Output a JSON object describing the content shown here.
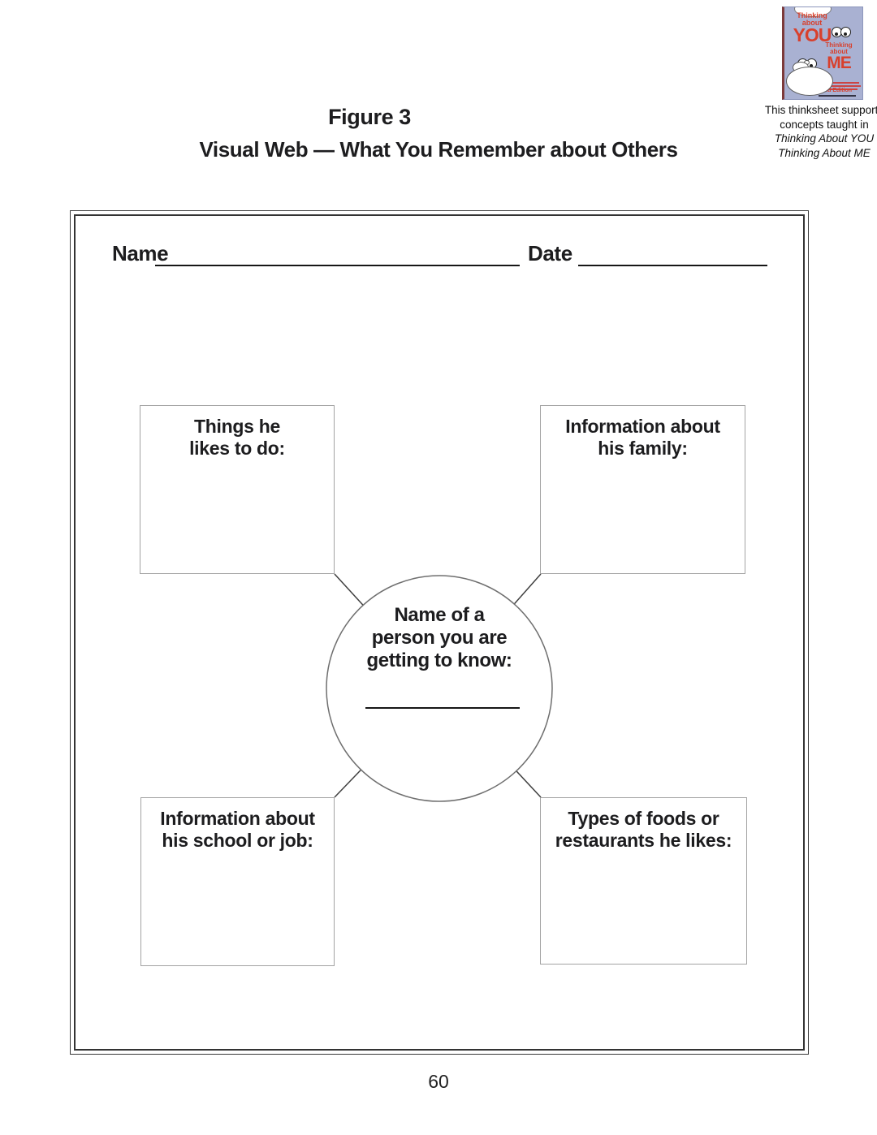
{
  "header": {
    "figure_label": "Figure 3",
    "title": "Visual Web — What You Remember about Others"
  },
  "badge": {
    "cover": {
      "you_small": "Thinking about",
      "you_big": "YOU",
      "me_small": "Thinking about",
      "me_big": "ME",
      "edition": "2nd Edition"
    },
    "caption_regular": "This thinksheet supports concepts taught in ",
    "caption_italic": "Thinking About YOU Thinking About ME",
    "colors": {
      "cover_background": "#a9b1d2",
      "cover_accent_red": "#d8402d"
    }
  },
  "form": {
    "name_label": "Name",
    "date_label": "Date"
  },
  "web": {
    "center": {
      "lines": [
        "Name of a",
        "person you are",
        "getting to know:"
      ]
    },
    "boxes": [
      {
        "id": "things-he-likes-to-do",
        "lines": [
          "Things he",
          "likes to do:"
        ]
      },
      {
        "id": "information-about-his-family",
        "lines": [
          "Information about",
          "his family:"
        ]
      },
      {
        "id": "information-about-his-school-or-job",
        "lines": [
          "Information about",
          "his school or job:"
        ]
      },
      {
        "id": "types-of-foods-or-restaurants",
        "lines": [
          "Types of foods or",
          "restaurants he likes:"
        ]
      }
    ]
  },
  "footer": {
    "page_number": "60"
  }
}
